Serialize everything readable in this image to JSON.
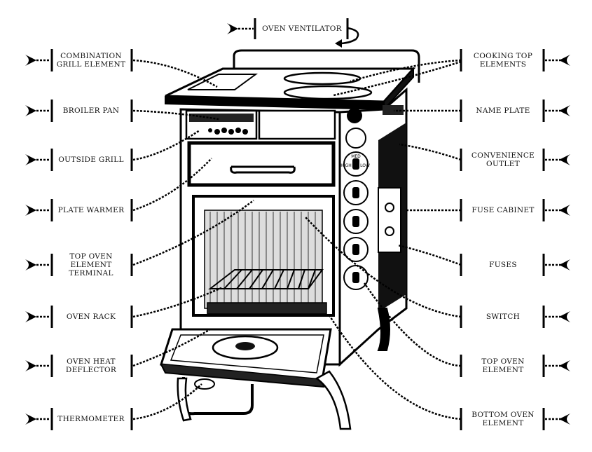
{
  "diagram": {
    "header_label": "OVEN VENTILATOR",
    "left_labels": [
      "COMBINATION\nGRILL ELEMENT",
      "BROILER PAN",
      "OUTSIDE GRILL",
      "PLATE WARMER",
      "TOP OVEN\nELEMENT\nTERMINAL",
      "OVEN RACK",
      "OVEN HEAT\nDEFLECTOR",
      "THERMOMETER"
    ],
    "right_labels": [
      "COOKING TOP\nELEMENTS",
      "NAME PLATE",
      "CONVENIENCE\nOUTLET",
      "FUSE CABINET",
      "FUSES",
      "SWITCH",
      "TOP OVEN\nELEMENT",
      "BOTTOM OVEN\nELEMENT"
    ],
    "switch_dial_text": [
      "MED",
      "LOW",
      "HIGH"
    ]
  }
}
